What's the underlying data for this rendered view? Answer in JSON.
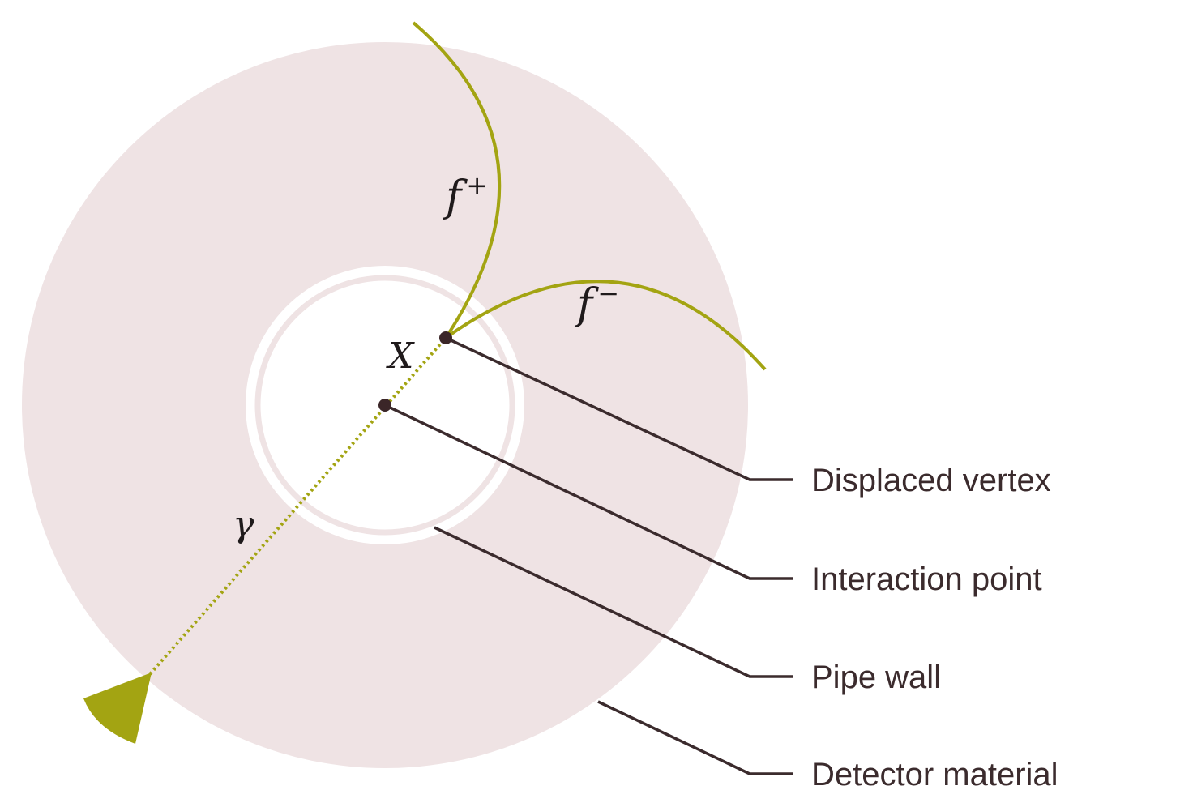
{
  "colors": {
    "detector": "#efe3e4",
    "pipe_wall": "#efe3e4",
    "background": "#ffffff",
    "track": "#a3a412",
    "photon": "#a3a412",
    "vertex": "#3b2628",
    "callout_line": "#3b2b2d",
    "callout_text": "#3b2b2d"
  },
  "labels": {
    "f_plus_base": "f",
    "f_plus_sup": "+",
    "f_minus_base": "f",
    "f_minus_sup": "−",
    "x_label": "X",
    "gamma_label": "γ"
  },
  "callouts": [
    {
      "id": "displaced-vertex",
      "text": "Displaced vertex"
    },
    {
      "id": "interaction-point",
      "text": "Interaction point"
    },
    {
      "id": "pipe-wall",
      "text": "Pipe wall"
    },
    {
      "id": "detector-material",
      "text": "Detector material"
    }
  ],
  "icons": {
    "source": "photon-source-icon"
  }
}
